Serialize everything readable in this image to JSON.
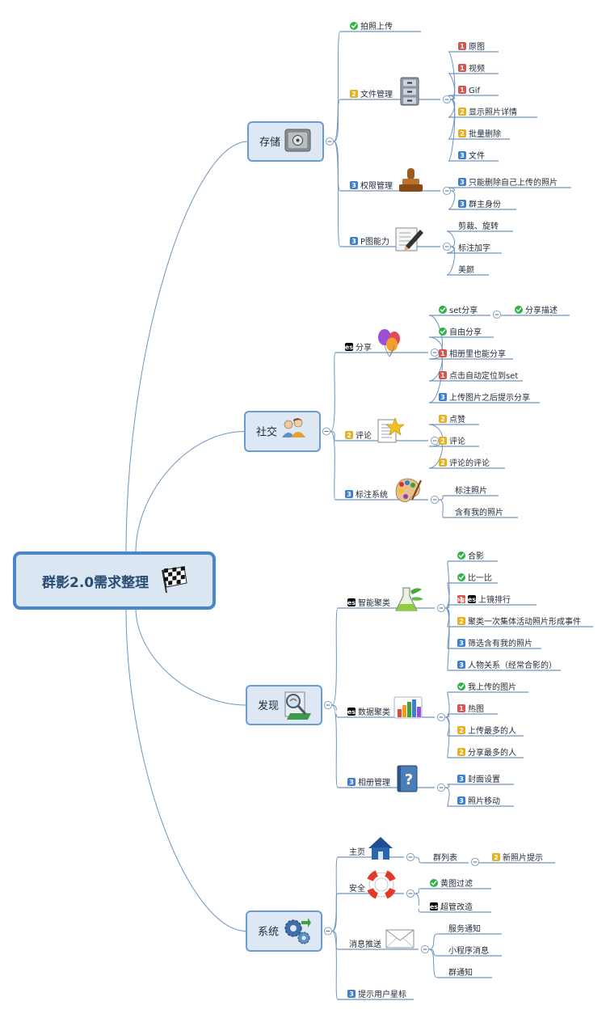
{
  "colors": {
    "line": "#6d95bd",
    "root_fill": "#dbe6f3",
    "root_border": "#4a86c8",
    "branch_fill": "#dde8f4",
    "branch_border": "#6a9cd0",
    "priority_1": "#d9534f",
    "priority_2": "#e8b020",
    "priority_3": "#3f7fcf",
    "done": "#2fb145",
    "progress": "#2fb145"
  },
  "root": {
    "label": "群影2.0需求整理",
    "icon": "checkered-flag-icon"
  },
  "branches": [
    {
      "label": "存储",
      "icon": "safe-icon",
      "children": [
        {
          "label": "拍照上传",
          "marker": "done"
        },
        {
          "label": "文件管理",
          "marker": "p2",
          "icon": "file-cabinet-icon",
          "children": [
            {
              "label": "原图",
              "marker": "p1"
            },
            {
              "label": "视频",
              "marker": "p1"
            },
            {
              "label": "Gif",
              "marker": "p1"
            },
            {
              "label": "显示照片详情",
              "marker": "p2"
            },
            {
              "label": "批量删除",
              "marker": "p2"
            },
            {
              "label": "文件",
              "marker": "p3"
            }
          ]
        },
        {
          "label": "权限管理",
          "marker": "p3",
          "icon": "stamp-icon",
          "children": [
            {
              "label": "只能删除自己上传的照片",
              "marker": "p3"
            },
            {
              "label": "群主身份",
              "marker": "p3"
            }
          ]
        },
        {
          "label": "P图能力",
          "marker": "p3",
          "icon": "pen-edit-icon",
          "children": [
            {
              "label": "剪裁、旋转"
            },
            {
              "label": "标注加字"
            },
            {
              "label": "美颜"
            }
          ]
        }
      ]
    },
    {
      "label": "社交",
      "icon": "people-icon",
      "children": [
        {
          "label": "分享",
          "marker": "progress-75",
          "icon": "balloons-icon",
          "children": [
            {
              "label": "set分享",
              "marker": "done",
              "children": [
                {
                  "label": "分享描述",
                  "marker": "done"
                }
              ]
            },
            {
              "label": "自由分享",
              "marker": "done"
            },
            {
              "label": "相册里也能分享",
              "marker": "p1"
            },
            {
              "label": "点击自动定位到set",
              "marker": "p1"
            },
            {
              "label": "上传图片之后提示分享",
              "marker": "p3"
            }
          ]
        },
        {
          "label": "评论",
          "marker": "p2",
          "icon": "star-document-icon",
          "children": [
            {
              "label": "点赞",
              "marker": "p2"
            },
            {
              "label": "评论",
              "marker": "p2"
            },
            {
              "label": "评论的评论",
              "marker": "p2"
            }
          ]
        },
        {
          "label": "标注系统",
          "marker": "p3",
          "icon": "palette-icon",
          "children": [
            {
              "label": "标注照片"
            },
            {
              "label": "含有我的照片"
            }
          ]
        }
      ]
    },
    {
      "label": "发现",
      "icon": "magnifier-icon",
      "children": [
        {
          "label": "智能聚类",
          "marker": "progress-25",
          "icon": "flask-icon",
          "children": [
            {
              "label": "合影",
              "marker": "done"
            },
            {
              "label": "比一比",
              "marker": "done"
            },
            {
              "label": "上镜排行",
              "marker": "p1",
              "marker2": "progress-25"
            },
            {
              "label": "聚类一次集体活动照片形成事件",
              "marker": "p2"
            },
            {
              "label": "筛选含有我的照片",
              "marker": "p3"
            },
            {
              "label": "人物关系（经常合影的）",
              "marker": "p3"
            }
          ]
        },
        {
          "label": "数据聚类",
          "marker": "progress-25",
          "icon": "bar-chart-icon",
          "children": [
            {
              "label": "我上传的图片",
              "marker": "done"
            },
            {
              "label": "热图",
              "marker": "p1"
            },
            {
              "label": "上传最多的人",
              "marker": "p2"
            },
            {
              "label": "分享最多的人",
              "marker": "p2"
            }
          ]
        },
        {
          "label": "相册管理",
          "marker": "p3",
          "icon": "help-book-icon",
          "children": [
            {
              "label": "封面设置",
              "marker": "p3"
            },
            {
              "label": "照片移动",
              "marker": "p3"
            }
          ]
        }
      ]
    },
    {
      "label": "系统",
      "icon": "gears-icon",
      "children": [
        {
          "label": "主页",
          "icon": "house-icon",
          "children": [
            {
              "label": "群列表",
              "children": [
                {
                  "label": "新照片提示",
                  "marker": "p2"
                }
              ]
            }
          ]
        },
        {
          "label": "安全",
          "icon": "lifebuoy-icon",
          "children": [
            {
              "label": "黄图过滤",
              "marker": "done"
            },
            {
              "label": "超管改造",
              "marker": "progress-75"
            }
          ]
        },
        {
          "label": "消息推送",
          "icon": "envelope-icon",
          "children": [
            {
              "label": "服务通知"
            },
            {
              "label": "小程序消息"
            },
            {
              "label": "群通知"
            }
          ]
        },
        {
          "label": "提示用户星标",
          "marker": "p3"
        }
      ]
    }
  ]
}
